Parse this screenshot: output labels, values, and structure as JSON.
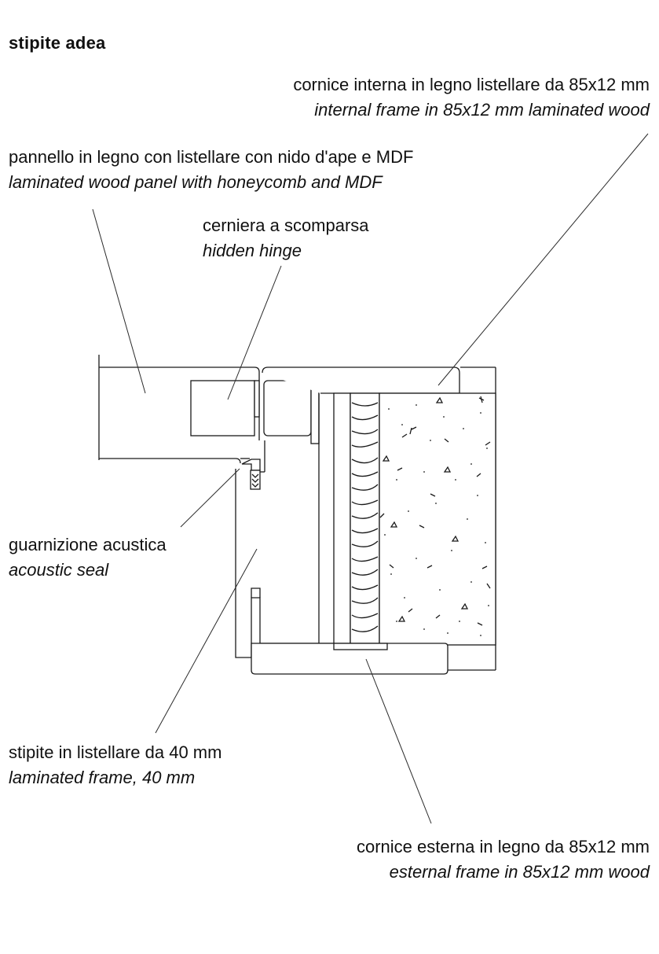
{
  "title": "stipite adea",
  "labels": {
    "internal_frame": {
      "it": "cornice interna in legno listellare da 85x12 mm",
      "en": "internal frame in 85x12 mm laminated wood"
    },
    "panel": {
      "it": "pannello in legno con listellare con nido d'ape e MDF",
      "en": "laminated wood panel with honeycomb and MDF"
    },
    "hinge": {
      "it": "cerniera a scomparsa",
      "en": "hidden hinge"
    },
    "seal": {
      "it": "guarnizione acustica",
      "en": "acoustic seal"
    },
    "frame": {
      "it": "stipite in listellare da 40 mm",
      "en": "laminated frame, 40 mm"
    },
    "external_frame": {
      "it": "cornice esterna in legno da 85x12 mm",
      "en": "esternal frame in 85x12 mm wood"
    }
  },
  "colors": {
    "line": "#1a1a1a",
    "background": "#ffffff"
  }
}
